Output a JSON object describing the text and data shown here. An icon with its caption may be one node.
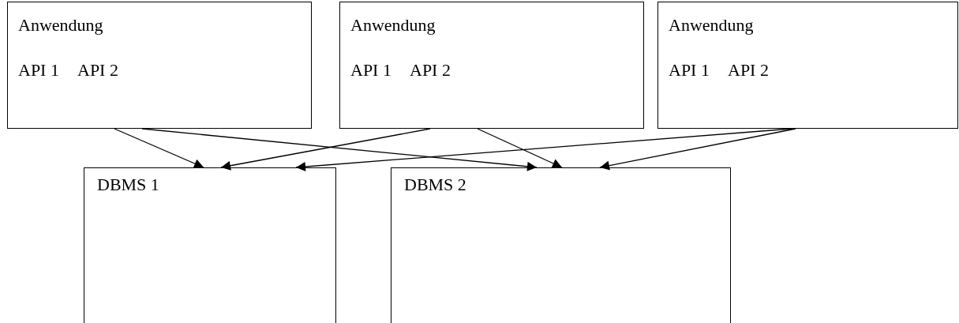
{
  "diagram": {
    "nodes": [
      {
        "text": [
          "Anwendung",
          "API 1",
          "API 2"
        ]
      },
      {
        "text": [
          "Anwendung",
          "API 1",
          "API 2"
        ]
      },
      {
        "text": [
          "Anwendung",
          "API 1",
          "API 2"
        ]
      },
      {
        "text": [
          "DBMS 1"
        ]
      },
      {
        "text": [
          "DBMS 2"
        ]
      }
    ],
    "edges": [
      {
        "from": 0,
        "to": 3,
        "arrow": "to"
      },
      {
        "from": 0,
        "to": 4,
        "arrow": "to"
      },
      {
        "from": 1,
        "to": 3,
        "arrow": "to"
      },
      {
        "from": 1,
        "to": 4,
        "arrow": "to"
      },
      {
        "from": 2,
        "to": 3,
        "arrow": "to"
      },
      {
        "from": 2,
        "to": 4,
        "arrow": "to"
      }
    ]
  }
}
